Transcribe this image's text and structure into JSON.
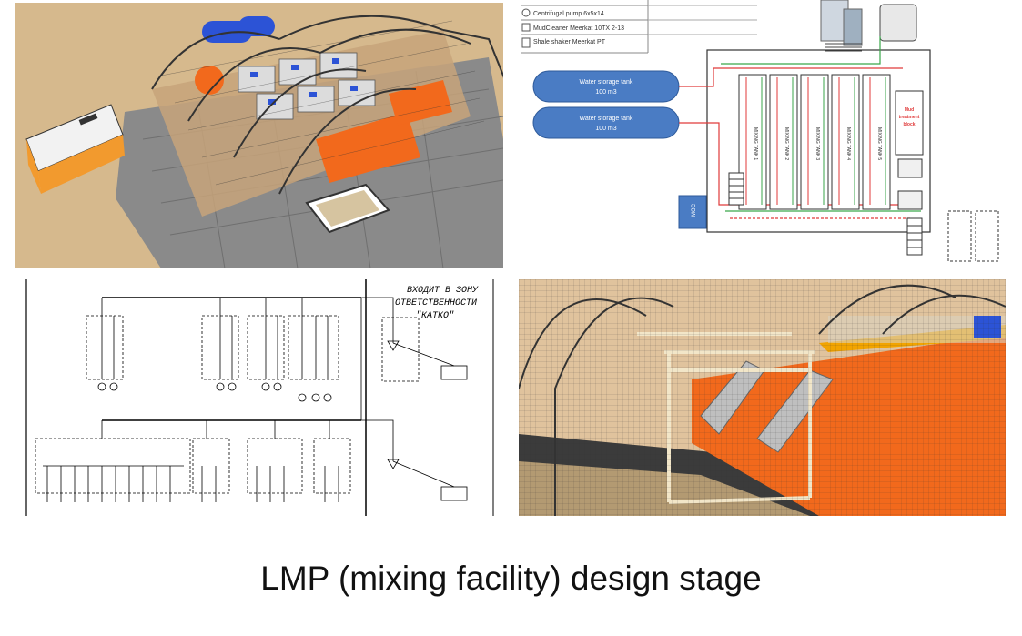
{
  "caption": "LMP (mixing facility) design stage",
  "pid": {
    "legend": [
      "Centrifugal pump 6x5x14",
      "MudCleaner Meerkat 10TX 2-13",
      "Shale shaker Meerkat PT"
    ],
    "tanks": [
      {
        "label": "Water storage tank",
        "volume": "100 m3"
      },
      {
        "label": "Water storage tank",
        "volume": "100 m3"
      }
    ],
    "mixing_tanks": [
      "MIXING TANK 1",
      "MIXING TANK 2",
      "MIXING TANK 3",
      "MIXING TANK 4",
      "MIXING TANK 5"
    ],
    "waste_block": [
      "Mud",
      "treatment",
      "block"
    ],
    "moc_label": "МОС"
  },
  "electrical": {
    "zone_note": [
      "ВХОДИТ В ЗОНУ",
      "ОТВЕТСТВЕННОСТИ",
      "\"КАТКО\""
    ]
  },
  "colors": {
    "tank_blue": "#4a7cc4",
    "orange": "#f2691c",
    "pipe_red": "#e03a3a",
    "pipe_green": "#3aa64a"
  }
}
